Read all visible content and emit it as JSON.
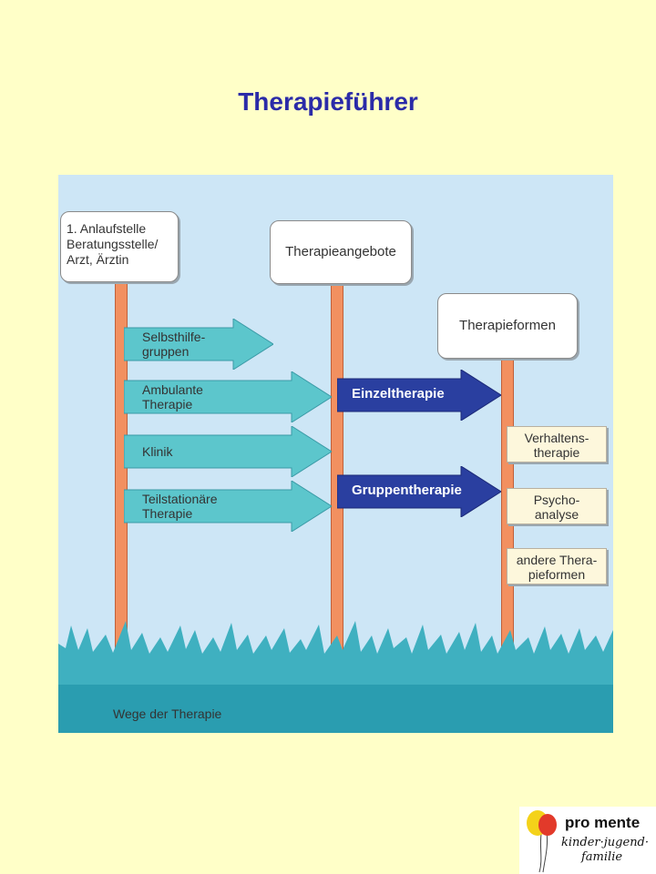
{
  "title": "Therapieführer",
  "diagram": {
    "station_1": [
      "1. Anlaufstelle",
      "Beratungsstelle/",
      "Arzt, Ärztin"
    ],
    "station_2": "Therapieangebote",
    "station_3": "Therapieformen",
    "offers": [
      [
        "Selbsthilfe-",
        "gruppen"
      ],
      [
        "Ambulante",
        "Therapie"
      ],
      [
        "Klinik"
      ],
      [
        "Teilstationäre",
        "Therapie"
      ]
    ],
    "settings": [
      "Einzeltherapie",
      "Gruppentherapie"
    ],
    "forms": [
      [
        "Verhaltens-",
        "therapie"
      ],
      [
        "Psycho-",
        "analyse"
      ],
      [
        "andere Thera-",
        "pieformen"
      ]
    ],
    "caption": "Wege der Therapie"
  },
  "logo": {
    "brand": "pro mente",
    "line1": "kinder·jugend·",
    "line2": "familie"
  },
  "colors": {
    "background": "#ffffc8",
    "title": "#2b2ba8",
    "panel": "#cde6f6",
    "grass": "#3fb0c0",
    "light_arrow": "#5cc6cc",
    "dark_arrow": "#2a3fa0",
    "post": "#f29060"
  }
}
